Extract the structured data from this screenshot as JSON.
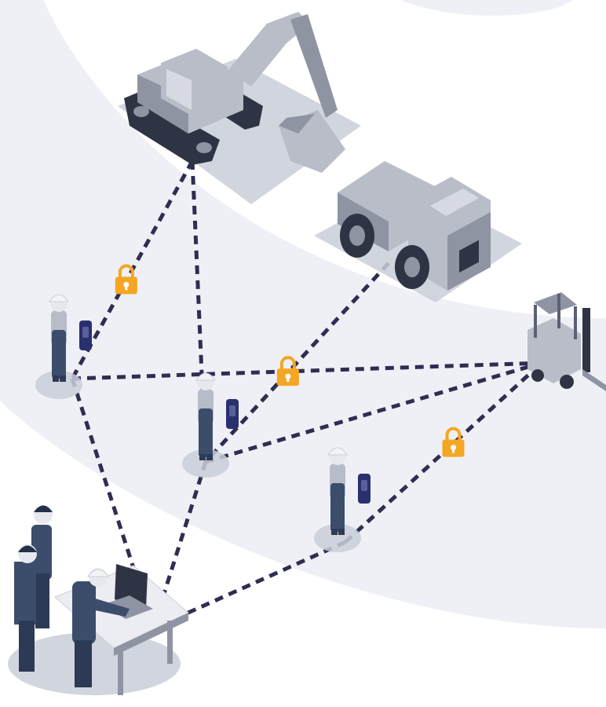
{
  "diagram": {
    "type": "isometric-network-illustration",
    "colors": {
      "background": "#ffffff",
      "backdrop": "#eef0f5",
      "link": "#2e2e52",
      "lock": "#f5a623",
      "machine_light": "#b9bdc8",
      "machine_mid": "#8f94a3",
      "machine_dark": "#2f3445",
      "worker_shirt": "#b7bcc8",
      "worker_overall": "#3c4d6c",
      "helmet": "#e9ebf0",
      "device": "#2a2f6e",
      "shadow": "#c4cad2"
    },
    "nodes": [
      {
        "id": "excavator",
        "icon": "excavator-icon"
      },
      {
        "id": "dump-truck",
        "icon": "dump-truck-icon"
      },
      {
        "id": "forklift",
        "icon": "forklift-icon"
      },
      {
        "id": "worker-left",
        "icon": "worker-with-radio-icon"
      },
      {
        "id": "worker-center",
        "icon": "worker-with-radio-icon"
      },
      {
        "id": "worker-right",
        "icon": "worker-with-radio-icon"
      },
      {
        "id": "control-station",
        "icon": "operators-at-laptop-desk-icon"
      }
    ],
    "links": [
      {
        "from": "excavator",
        "to": "worker-left",
        "secured": true
      },
      {
        "from": "excavator",
        "to": "worker-center",
        "secured": false
      },
      {
        "from": "worker-left",
        "to": "forklift",
        "secured": false
      },
      {
        "from": "dump-truck",
        "to": "worker-center",
        "secured": true
      },
      {
        "from": "worker-center",
        "to": "forklift",
        "secured": false
      },
      {
        "from": "worker-right",
        "to": "forklift",
        "secured": true
      },
      {
        "from": "worker-left",
        "to": "control-station",
        "secured": false
      },
      {
        "from": "worker-center",
        "to": "control-station",
        "secured": false
      },
      {
        "from": "worker-right",
        "to": "control-station",
        "secured": false
      }
    ],
    "lock_icon": "padlock-icon"
  }
}
